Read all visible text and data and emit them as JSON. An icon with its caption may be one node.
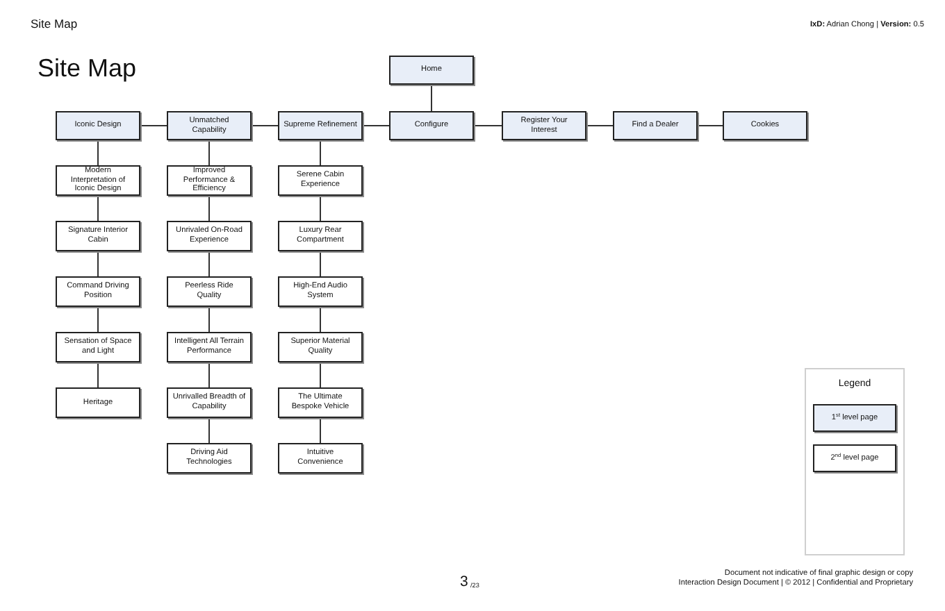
{
  "diagram": {
    "title": "Site Map",
    "nodes": [
      {
        "text": [
          "Home"
        ]
      },
      {
        "text": [
          "Iconic Design"
        ]
      },
      {
        "text": [
          "Unmatched Capability"
        ]
      },
      {
        "text": [
          "Supreme Refinement"
        ]
      },
      {
        "text": [
          "Configure"
        ]
      },
      {
        "text": [
          "Register Your Interest"
        ]
      },
      {
        "text": [
          "Find a Dealer"
        ]
      },
      {
        "text": [
          "Cookies"
        ]
      },
      {
        "text": [
          "Modern Interpretation of Iconic Design"
        ]
      },
      {
        "text": [
          "Signature Interior Cabin"
        ]
      },
      {
        "text": [
          "Command Driving Position"
        ]
      },
      {
        "text": [
          "Sensation of Space and Light"
        ]
      },
      {
        "text": [
          "Heritage"
        ]
      },
      {
        "text": [
          "Improved Performance & Efficiency"
        ]
      },
      {
        "text": [
          "Unrivaled On-Road Experience"
        ]
      },
      {
        "text": [
          "Peerless Ride Quality"
        ]
      },
      {
        "text": [
          "Intelligent All Terrain Performance"
        ]
      },
      {
        "text": [
          "Unrivalled Breadth of Capability"
        ]
      },
      {
        "text": [
          "Driving Aid Technologies"
        ]
      },
      {
        "text": [
          "Serene Cabin Experience"
        ]
      },
      {
        "text": [
          "Luxury Rear Compartment"
        ]
      },
      {
        "text": [
          "High-End Audio System"
        ]
      },
      {
        "text": [
          "Superior Material Quality"
        ]
      },
      {
        "text": [
          "The Ultimate Bespoke Vehicle"
        ]
      },
      {
        "text": [
          "Intuitive Convenience"
        ]
      }
    ],
    "edges": [
      {
        "from": 0,
        "to": 4,
        "arrow": "none"
      },
      {
        "from": 1,
        "to": 2,
        "arrow": "none"
      },
      {
        "from": 2,
        "to": 3,
        "arrow": "none"
      },
      {
        "from": 3,
        "to": 4,
        "arrow": "none"
      },
      {
        "from": 4,
        "to": 5,
        "arrow": "none"
      },
      {
        "from": 5,
        "to": 6,
        "arrow": "none"
      },
      {
        "from": 6,
        "to": 7,
        "arrow": "none"
      },
      {
        "from": 1,
        "to": 8,
        "arrow": "none"
      },
      {
        "from": 8,
        "to": 9,
        "arrow": "none"
      },
      {
        "from": 9,
        "to": 10,
        "arrow": "none"
      },
      {
        "from": 10,
        "to": 11,
        "arrow": "none"
      },
      {
        "from": 11,
        "to": 12,
        "arrow": "none"
      },
      {
        "from": 2,
        "to": 13,
        "arrow": "none"
      },
      {
        "from": 13,
        "to": 14,
        "arrow": "none"
      },
      {
        "from": 14,
        "to": 15,
        "arrow": "none"
      },
      {
        "from": 15,
        "to": 16,
        "arrow": "none"
      },
      {
        "from": 16,
        "to": 17,
        "arrow": "none"
      },
      {
        "from": 17,
        "to": 18,
        "arrow": "none"
      },
      {
        "from": 3,
        "to": 19,
        "arrow": "none"
      },
      {
        "from": 19,
        "to": 20,
        "arrow": "none"
      },
      {
        "from": 20,
        "to": 21,
        "arrow": "none"
      },
      {
        "from": 21,
        "to": 22,
        "arrow": "none"
      },
      {
        "from": 22,
        "to": 23,
        "arrow": "none"
      },
      {
        "from": 23,
        "to": 24,
        "arrow": "none"
      }
    ],
    "labels": [
      "Site Map",
      "**IxD:** Adrian Chong | **Version:** 0.5",
      "Legend",
      "3",
      "/23",
      "Document not indicative of final graphic design or copy",
      "Interaction Design Document | © 2012 | Confidential and Proprietary"
    ],
    "legend": [
      {
        "text": "1$^{st}$ level page",
        "color": "#e8eef8"
      },
      {
        "text": "2$^{nd}$ level page",
        "color": "#ffffff"
      }
    ]
  }
}
